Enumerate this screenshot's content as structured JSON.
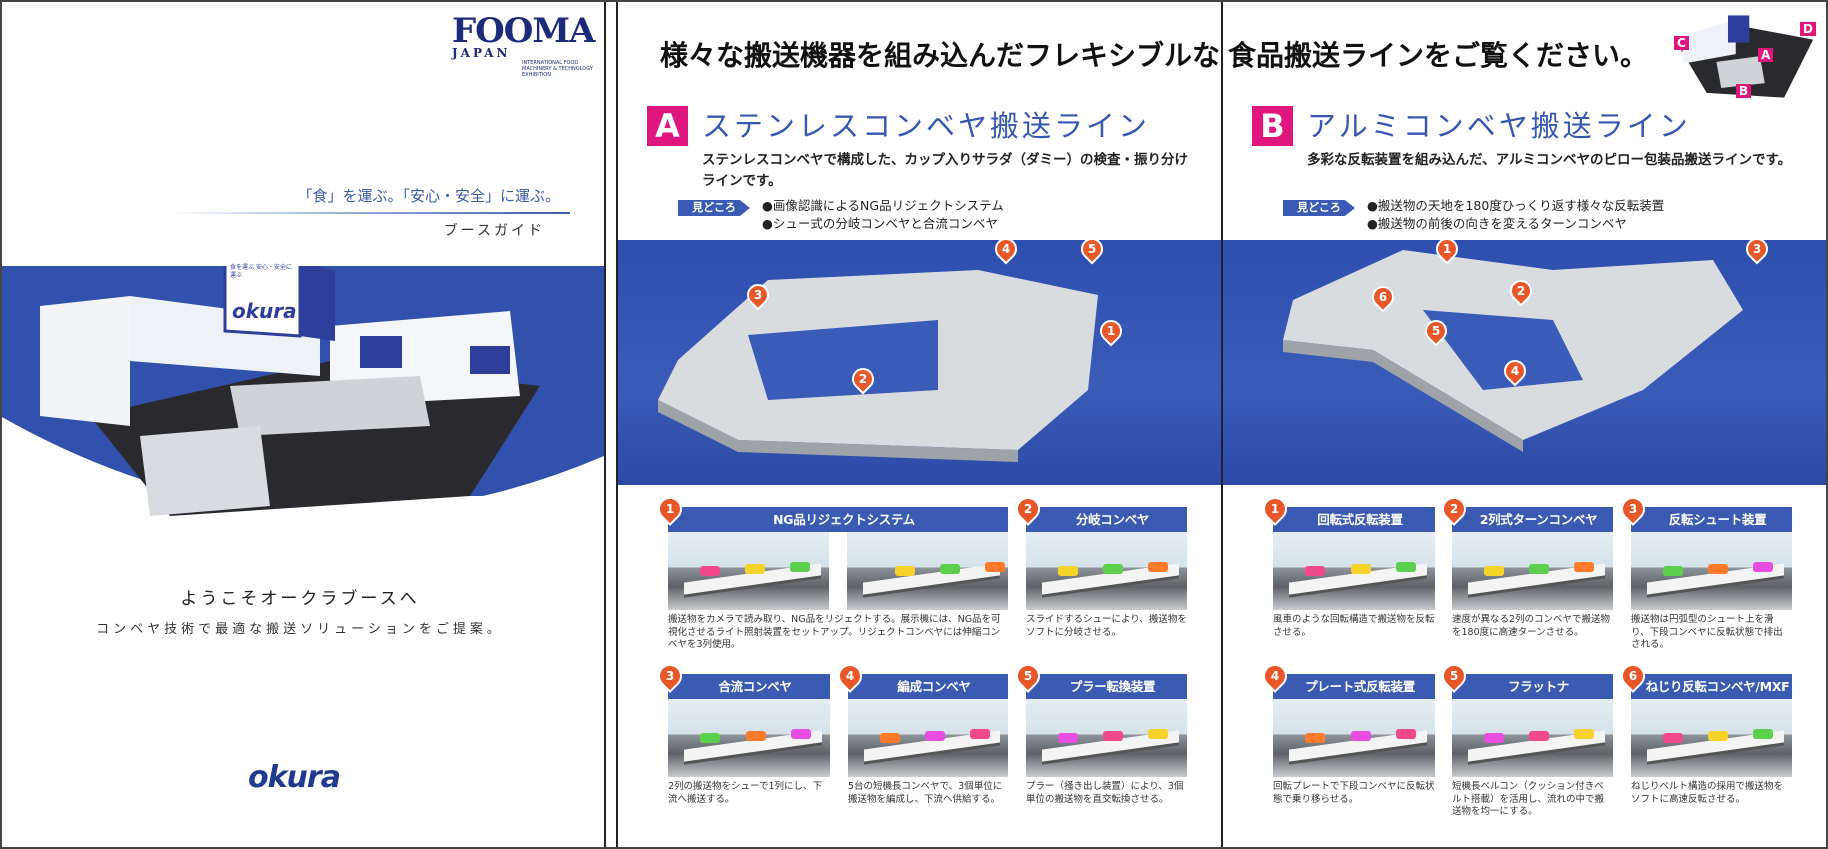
{
  "cover": {
    "logo_fooma": "FOOMA",
    "logo_japan": "JAPAN",
    "logo_sub": "INTERNATIONAL FOOD MACHINERY & TECHNOLOGY EXHIBITION",
    "tagline": "「食」を運ぶ。「安心・安全」に運ぶ。",
    "guide": "ブースガイド",
    "booth_sign": "okura",
    "booth_cube": "食を運ぶ 安心・安全に運ぶ",
    "welcome": "ようこそオークラブースへ",
    "lead": "コンベヤ技術で最適な搬送ソリューションをご提案。",
    "brand": "okura"
  },
  "spread": {
    "headline_left": "様々な搬送機器を組み込んだフレキシブルな",
    "headline_right": "食品搬送ラインをご覧ください。",
    "map_labels": [
      "A",
      "B",
      "C",
      "D"
    ]
  },
  "colors": {
    "blue": "#3b5bb3",
    "pink": "#e0167f",
    "orange": "#e8572a",
    "title_blue": "#3758b0"
  },
  "sections": [
    {
      "letter": "A",
      "title": "ステンレスコンベヤ搬送ライン",
      "desc_1": "ステンレスコンベヤで構成した、カップ入りサラダ（ダミー）の検査・振り分け",
      "desc_2": "ラインです。",
      "highlight_label": "見どころ",
      "bullets": [
        "●画像認識によるNG品リジェクトシステム",
        "●シュー式の分岐コンベヤと合流コンベヤ"
      ],
      "markers": [
        "1",
        "2",
        "3",
        "4",
        "5"
      ],
      "cards": [
        {
          "num": "1",
          "title": "NG品リジェクトシステム",
          "caption": "搬送物をカメラで読み取り、NG品をリジェクトする。展示機には、NG品を可視化させるライト照射装置をセットアップ。リジェクトコンベヤには伸縮コンベヤを3列使用。"
        },
        {
          "num": "2",
          "title": "分岐コンベヤ",
          "caption": "スライドするシューにより、搬送物をソフトに分岐させる。"
        },
        {
          "num": "3",
          "title": "合流コンベヤ",
          "caption": "2列の搬送物をシューで1列にし、下流へ搬送する。"
        },
        {
          "num": "4",
          "title": "編成コンベヤ",
          "caption": "5台の短機長コンベヤで、3個単位に搬送物を編成し、下流へ供給する。"
        },
        {
          "num": "5",
          "title": "プラー転換装置",
          "caption": "プラー（掻き出し装置）により、3個単位の搬送物を直交転換させる。"
        }
      ]
    },
    {
      "letter": "B",
      "title": "アルミコンベヤ搬送ライン",
      "desc_1": "多彩な反転装置を組み込んだ、アルミコンベヤのピロー包装品搬送ラインです。",
      "desc_2": "",
      "highlight_label": "見どころ",
      "bullets": [
        "●搬送物の天地を180度ひっくり返す様々な反転装置",
        "●搬送物の前後の向きを変えるターンコンベヤ"
      ],
      "markers": [
        "1",
        "2",
        "3",
        "4",
        "5",
        "6"
      ],
      "cards": [
        {
          "num": "1",
          "title": "回転式反転装置",
          "caption": "風車のような回転構造で搬送物を反転させる。"
        },
        {
          "num": "2",
          "title": "2列式ターンコンベヤ",
          "caption": "速度が異なる2列のコンベヤで搬送物を180度に高速ターンさせる。"
        },
        {
          "num": "3",
          "title": "反転シュート装置",
          "caption": "搬送物は円弧型のシュート上を滑り、下段コンベヤに反転状態で排出される。"
        },
        {
          "num": "4",
          "title": "プレート式反転装置",
          "caption": "回転プレートで下段コンベヤに反転状態で乗り移らせる。"
        },
        {
          "num": "5",
          "title": "フラットナ",
          "caption": "短機長ベルコン（クッション付きベルト搭載）を活用し、流れの中で搬送物を均一にする。"
        },
        {
          "num": "6",
          "title": "ねじり反転コンベヤ/MXF",
          "caption": "ねじりベルト構造の採用で搬送物をソフトに高速反転させる。"
        }
      ]
    }
  ]
}
